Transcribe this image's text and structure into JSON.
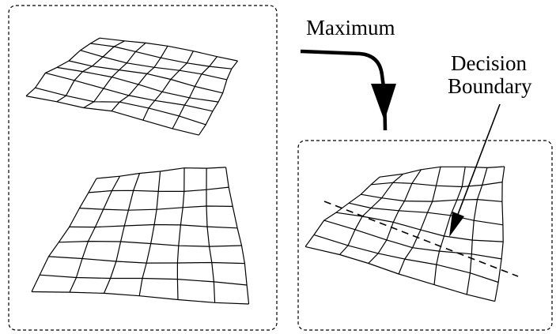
{
  "labels": {
    "maximum": "Maximum",
    "decision_line1": "Decision",
    "decision_line2": "Boundary"
  },
  "colors": {
    "ink": "#000000",
    "background": "#ffffff"
  }
}
